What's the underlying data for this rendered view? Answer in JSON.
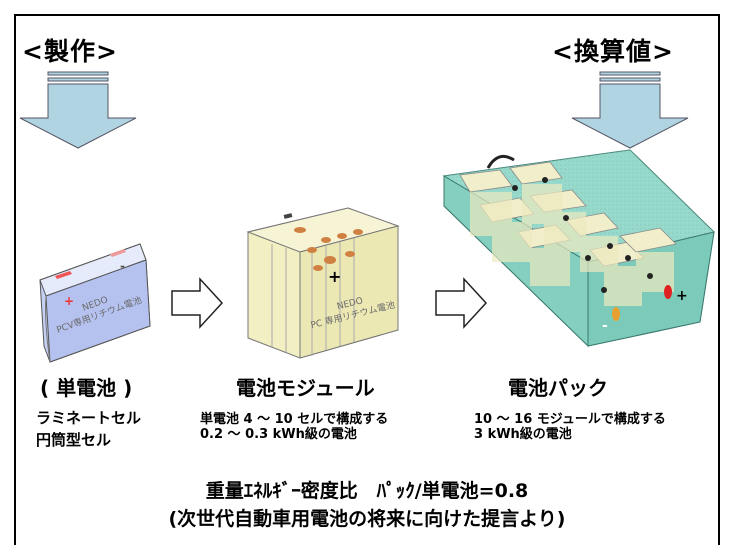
{
  "headers": {
    "left": "<製作>",
    "right": "<換算値>"
  },
  "cell_printed_text": [
    "NEDO",
    "PCV専用リチウム電池"
  ],
  "module_printed_text": [
    "NEDO",
    "PC 専用リチウム電池"
  ],
  "terminals": {
    "plus": "+",
    "minus": "-"
  },
  "stages": [
    {
      "label": "( 単電池 )",
      "lines": [
        "ラミネートセル",
        "円筒型セル"
      ]
    },
    {
      "label": "電池モジュール",
      "lines": [
        "単電池 4 ～ 10 セルで構成する",
        "0.2 ～ 0.3 kWh級の電池"
      ]
    },
    {
      "label": "電池パック",
      "lines": [
        "10 ～ 16 モジュールで構成する",
        "3 kWh級の電池"
      ]
    }
  ],
  "footer": {
    "line1": "重量ｴﾈﾙｷﾞｰ密度比　ﾊﾟｯｸ/単電池=0.8",
    "line2": "(次世代自動車用電池の将来に向けた提言より)"
  },
  "colors": {
    "arrow_fill": "#b0d4e2",
    "cell_blue": "#b8c4f0",
    "module_cream": "#f2efc2",
    "pack_teal": "#8fd6c8",
    "terminal_red": "#e33",
    "terminal_orange": "#e8a030"
  }
}
